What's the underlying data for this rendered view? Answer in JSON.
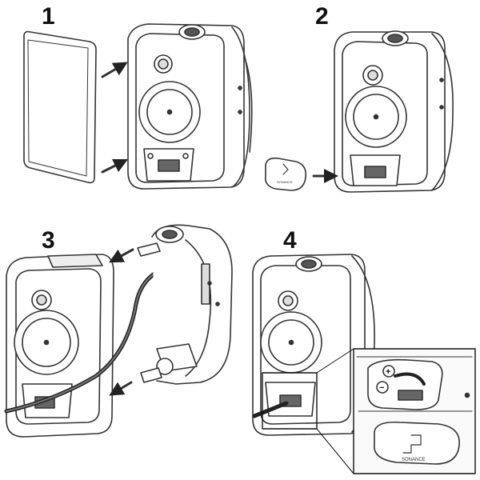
{
  "steps": [
    {
      "number": "1"
    },
    {
      "number": "2"
    },
    {
      "number": "3"
    },
    {
      "number": "4"
    }
  ],
  "brand": {
    "logo_text": "SONANCE"
  },
  "terminals": {
    "positive": "+",
    "negative": "−"
  }
}
